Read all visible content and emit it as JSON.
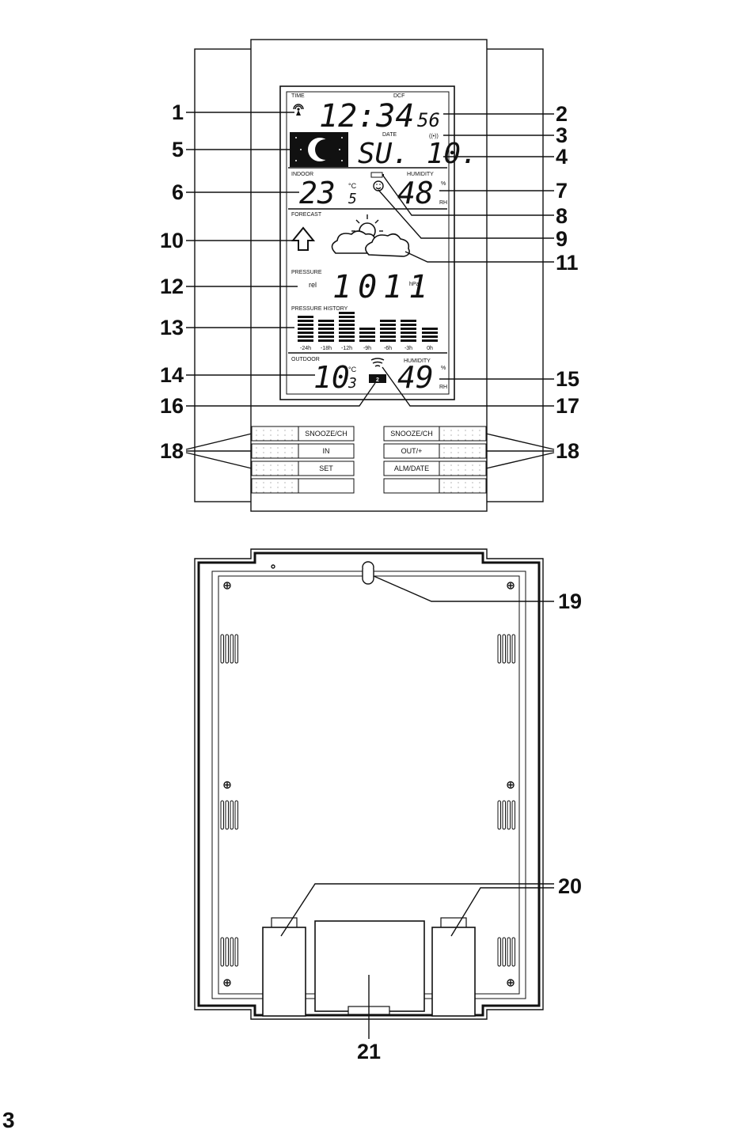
{
  "lcd": {
    "time_label": "TIME",
    "dcf_label": "DCF",
    "time_value": "12:34",
    "seconds_value": "56",
    "radio_signal_icon": "((•))",
    "date_label": "DATE",
    "date_value": "SU. 10.",
    "indoor_label": "INDOOR",
    "indoor_humidity_label": "HUMIDITY",
    "indoor_temp_value": "23",
    "indoor_temp_decimal": "5",
    "temp_unit": "°C",
    "indoor_humidity_value": "48",
    "percent": "%",
    "rh": "RH",
    "forecast_label": "FORECAST",
    "pressure_label": "PRESSURE",
    "rel_label": "rel",
    "pressure_value": "1011",
    "pressure_unit": "hPa",
    "pressure_history_label": "PRESSURE HISTORY",
    "history_ticks": [
      "-24h",
      "-18h",
      "-12h",
      "-9h",
      "-6h",
      "-3h",
      "0h"
    ],
    "outdoor_label": "OUTDOOR",
    "outdoor_humidity_label": "HUMIDITY",
    "outdoor_temp_value": "10",
    "outdoor_temp_decimal": "3",
    "outdoor_humidity_value": "49",
    "channel_value": "2"
  },
  "buttons": {
    "left": [
      "SNOOZE/CH",
      "IN",
      "SET",
      ""
    ],
    "right": [
      "SNOOZE/CH",
      "OUT/+",
      "ALM/DATE",
      ""
    ]
  },
  "callouts": {
    "n1": "1",
    "n2": "2",
    "n3": "3",
    "n4": "4",
    "n5": "5",
    "n6": "6",
    "n7": "7",
    "n8": "8",
    "n9": "9",
    "n10": "10",
    "n11": "11",
    "n12": "12",
    "n13": "13",
    "n14": "14",
    "n15": "15",
    "n16": "16",
    "n17": "17",
    "n18a": "18",
    "n18b": "18",
    "n19": "19",
    "n20": "20",
    "n21": "21"
  },
  "page_number": "3"
}
